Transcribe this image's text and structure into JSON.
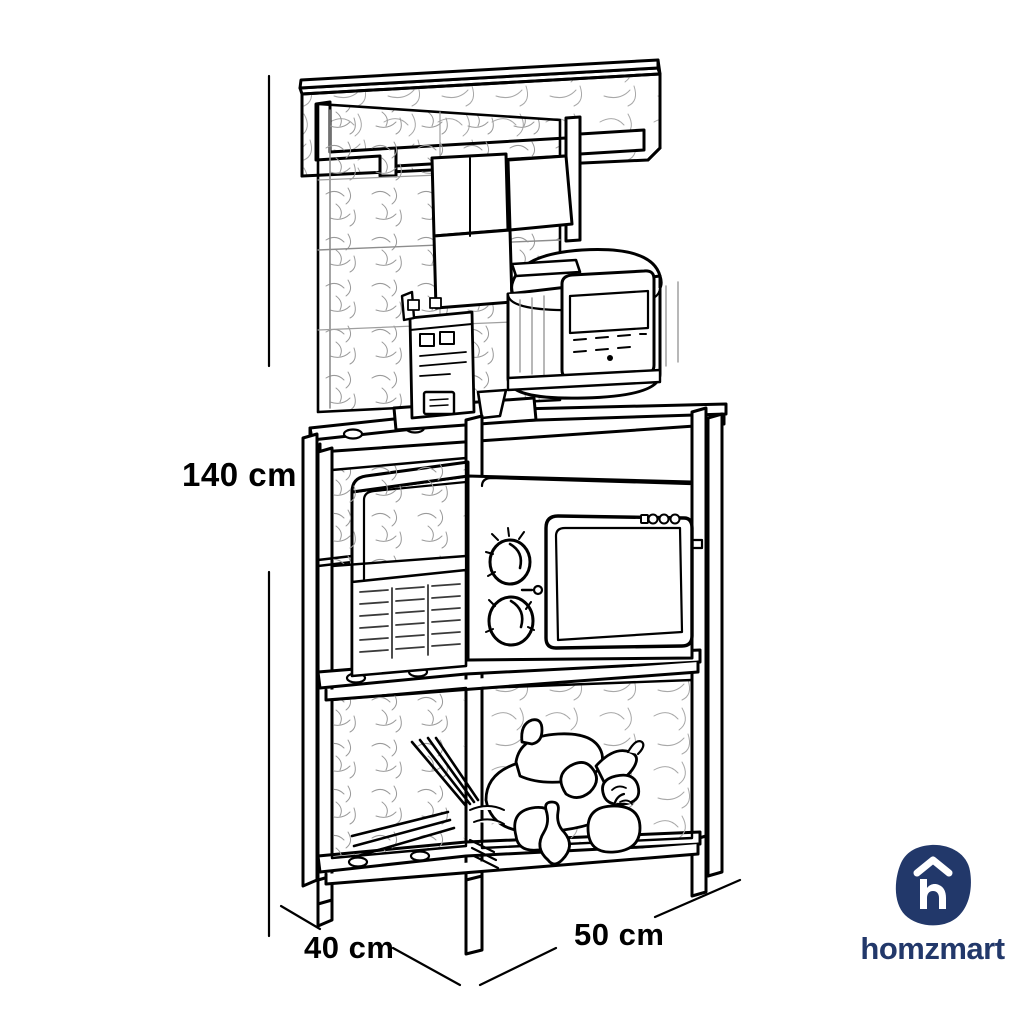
{
  "document": {
    "kind": "product-dimension-line-drawing",
    "subject": "Kitchen storage rack / baker's rack with microwave shelf",
    "background_color": "#ffffff",
    "line_color": "#000000"
  },
  "dimensions": {
    "height": {
      "value": "140 cm",
      "axis": "vertical",
      "position": "left"
    },
    "depth": {
      "value": "40 cm",
      "axis": "diagonal-left",
      "position": "bottom-left"
    },
    "width": {
      "value": "50 cm",
      "axis": "diagonal-right",
      "position": "bottom-right"
    }
  },
  "brand": {
    "name": "homzmart",
    "color": "#22386a",
    "mark": "house-h-logo"
  },
  "illustration": {
    "parts": [
      {
        "name": "top-hood-shelf",
        "label": "Top hood / upper shelf"
      },
      {
        "name": "back-panel",
        "label": "Textured back panel"
      },
      {
        "name": "hanging-towel",
        "label": "Hanging towel"
      },
      {
        "name": "counter-top",
        "label": "Counter top surface"
      },
      {
        "name": "coffee-maker",
        "label": "Coffee maker appliance"
      },
      {
        "name": "pressure-cooker",
        "label": "Pressure cooker / multicooker"
      },
      {
        "name": "microwave-oven",
        "label": "Microwave oven with two dials"
      },
      {
        "name": "wire-basket",
        "label": "Wire storage basket"
      },
      {
        "name": "bottom-shelf",
        "label": "Bottom shelf with produce"
      },
      {
        "name": "produce-pile",
        "label": "Fruits and vegetables"
      },
      {
        "name": "utensils",
        "label": "Utensils / cutlery"
      },
      {
        "name": "legs",
        "label": "Four frame legs"
      }
    ]
  }
}
